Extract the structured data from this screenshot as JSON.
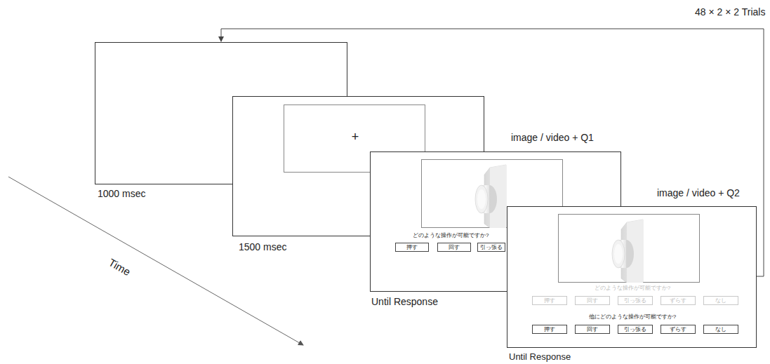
{
  "diagram": {
    "nodes": [
      {
        "text": [
          "1000 msec"
        ]
      },
      {
        "text": [
          "1500 msec"
        ]
      },
      {
        "text": [
          "+"
        ],
        "in": 1
      },
      {
        "text": [
          "image / video + Q1",
          "どのような操作が可能ですか?",
          "Until Response"
        ]
      },
      {
        "text": [
          "押す"
        ],
        "in": 3
      },
      {
        "text": [
          "回す"
        ],
        "in": 3
      },
      {
        "text": [
          "引っ張る"
        ],
        "in": 3
      },
      {
        "text": [
          "image / video + Q2",
          "どのような操作が可能ですか?",
          "他にどのような操作が可能ですか?",
          "Until Response"
        ]
      },
      {
        "text": [
          "押す"
        ],
        "in": 7
      },
      {
        "text": [
          "回す"
        ],
        "in": 7
      },
      {
        "text": [
          "引っ張る"
        ],
        "in": 7
      },
      {
        "text": [
          "ずらす"
        ],
        "in": 7
      },
      {
        "text": [
          "なし"
        ],
        "in": 7
      },
      {
        "text": [
          "押す"
        ],
        "in": 7
      },
      {
        "text": [
          "回す"
        ],
        "in": 7
      },
      {
        "text": [
          "引っ張る"
        ],
        "in": 7
      },
      {
        "text": [
          "ずらす"
        ],
        "in": 7
      },
      {
        "text": [
          "なし"
        ],
        "in": 7
      }
    ],
    "edges": [
      {
        "from": 7,
        "to": 0,
        "arrow": "to",
        "label": "48 × 2 × 2 Trials"
      }
    ],
    "labels": [
      "Time"
    ]
  }
}
